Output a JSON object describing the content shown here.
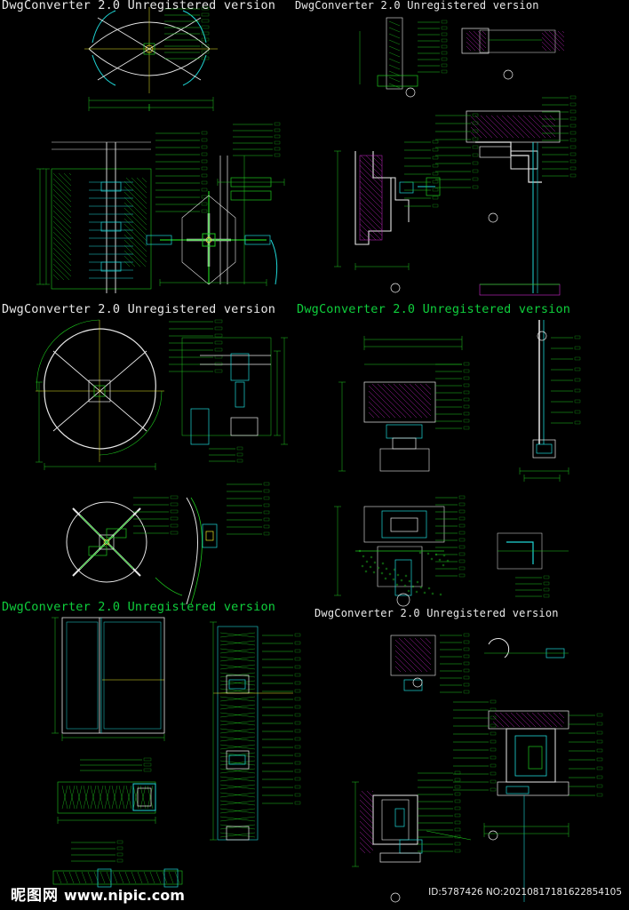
{
  "watermarks": {
    "top_left": "DwgConverter 2.0 Unregistered version",
    "top_right": "DwgConverter 2.0 Unregistered version",
    "mid_left": "DwgConverter 2.0 Unregistered version",
    "mid_right": "DwgConverter 2.0 Unregistered version",
    "low_left": "DwgConverter 2.0 Unregistered version",
    "low_right": "DwgConverter 2.0 Unregistered version"
  },
  "footer": {
    "logo": "昵图网",
    "url": "www.nipic.com",
    "stamp": "ID:5787426 NO:20210817181622854105"
  },
  "colors": {
    "background": "#000000",
    "line_green": "#1ec81e",
    "line_cyan": "#1fd6d6",
    "line_yellow": "#e6e62a",
    "line_white": "#e8e8e8",
    "line_magenta": "#d02ad0",
    "text_green": "#0fcf3c"
  }
}
